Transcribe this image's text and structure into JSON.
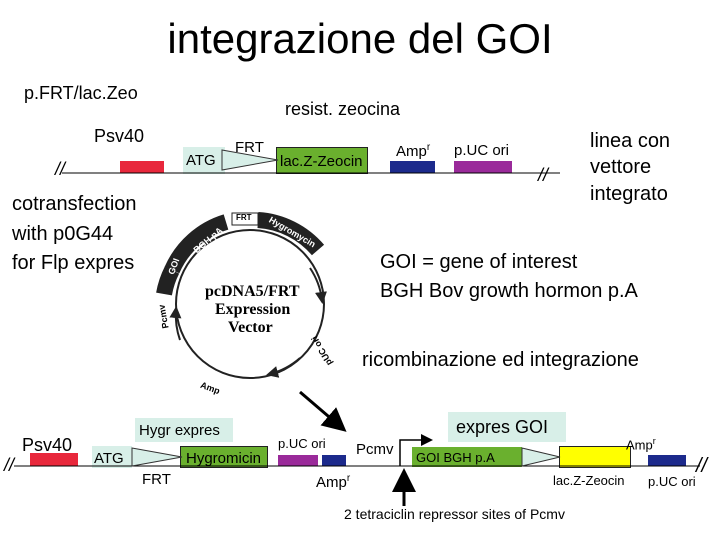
{
  "title": "integrazione del GOI",
  "top": {
    "plasmid_label": "p.FRT/lac.Zeo",
    "resistance_label": "resist. zeocina",
    "psv40": "Psv40",
    "slash_left": "//",
    "atg": "ATG",
    "frt": "FRT",
    "lacz_zeocin": "lac.Z-Zeocin",
    "ampr": "Amp",
    "ampr_sup": "r",
    "puc_ori": "p.UC ori",
    "slash_right": "//",
    "integrated_line": [
      "linea con",
      "vettore",
      "integrato"
    ]
  },
  "middle": {
    "cotransfection": [
      "cotransfection",
      "with  p0G44",
      "for Flp expres"
    ],
    "goi_def": [
      "GOI = gene of interest",
      "BGH Bov growth hormon p.A"
    ],
    "recombination": "ricombinazione ed integrazione",
    "vector": {
      "name_lines": [
        "pcDNA5/FRT",
        "Expression",
        "Vector"
      ],
      "segments": [
        "BGH pA",
        "GOI",
        "Pcmv",
        "Amp",
        "pUC ori",
        "FRT",
        "Hygromycin"
      ]
    }
  },
  "bottom": {
    "psv40": "Psv40",
    "slash_left": "//",
    "hygr_expres": "Hygr expres",
    "atg": "ATG",
    "hygromicin": "Hygromicin",
    "frt": "FRT",
    "puc_ori_1": "p.UC ori",
    "ampr_1": "Amp",
    "ampr_1_sup": "r",
    "pcmv": "Pcmv",
    "expres_goi": "expres GOI",
    "goi_bgh": "GOI BGH p.A",
    "ampr_2": "Amp",
    "ampr_2_sup": "r",
    "lacz_zeocin": "lac.Z-Zeocin",
    "puc_ori_2": "p.UC ori",
    "slash_right": "//",
    "repressor": "2 tetraciclin repressor sites of Pcmv"
  },
  "colors": {
    "red": "#e8283c",
    "green": "#6ab02e",
    "navy": "#1c2a8c",
    "purple": "#9a2a9a",
    "yellow": "#ffff00",
    "teal_label": "#d8efe8",
    "ring": "#222222"
  }
}
